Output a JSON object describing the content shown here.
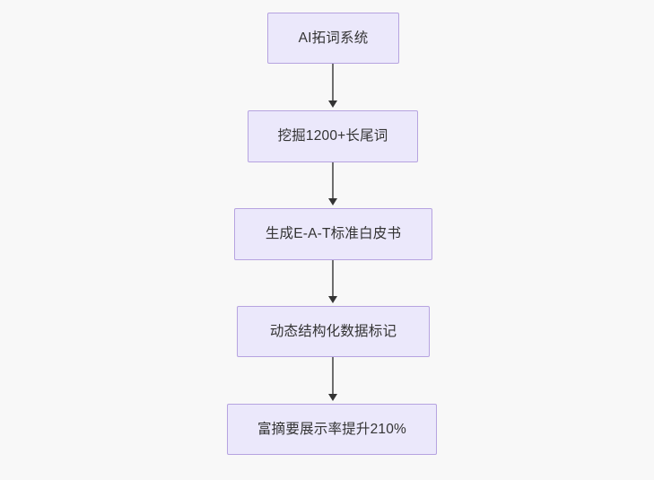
{
  "diagram": {
    "type": "flowchart",
    "direction": "top-to-bottom",
    "background_color": "#f8f8f8",
    "node_fill_color": "#ebe8fb",
    "node_border_color": "#b6a3e0",
    "node_text_color": "#333333",
    "connector_color": "#6e6e6e",
    "arrowhead_color": "#333333",
    "nodes": [
      {
        "id": "node-0",
        "label": "AI拓词系统"
      },
      {
        "id": "node-1",
        "label": "挖掘1200+长尾词"
      },
      {
        "id": "node-2",
        "label": "生成E-A-T标准白皮书"
      },
      {
        "id": "node-3",
        "label": "动态结构化数据标记"
      },
      {
        "id": "node-4",
        "label": "富摘要展示率提升210%"
      }
    ],
    "edges": [
      {
        "id": "edge-0",
        "from": "node-0",
        "to": "node-1",
        "label": ""
      },
      {
        "id": "edge-1",
        "from": "node-1",
        "to": "node-2",
        "label": ""
      },
      {
        "id": "edge-2",
        "from": "node-2",
        "to": "node-3",
        "label": ""
      },
      {
        "id": "edge-3",
        "from": "node-3",
        "to": "node-4",
        "label": ""
      }
    ]
  }
}
